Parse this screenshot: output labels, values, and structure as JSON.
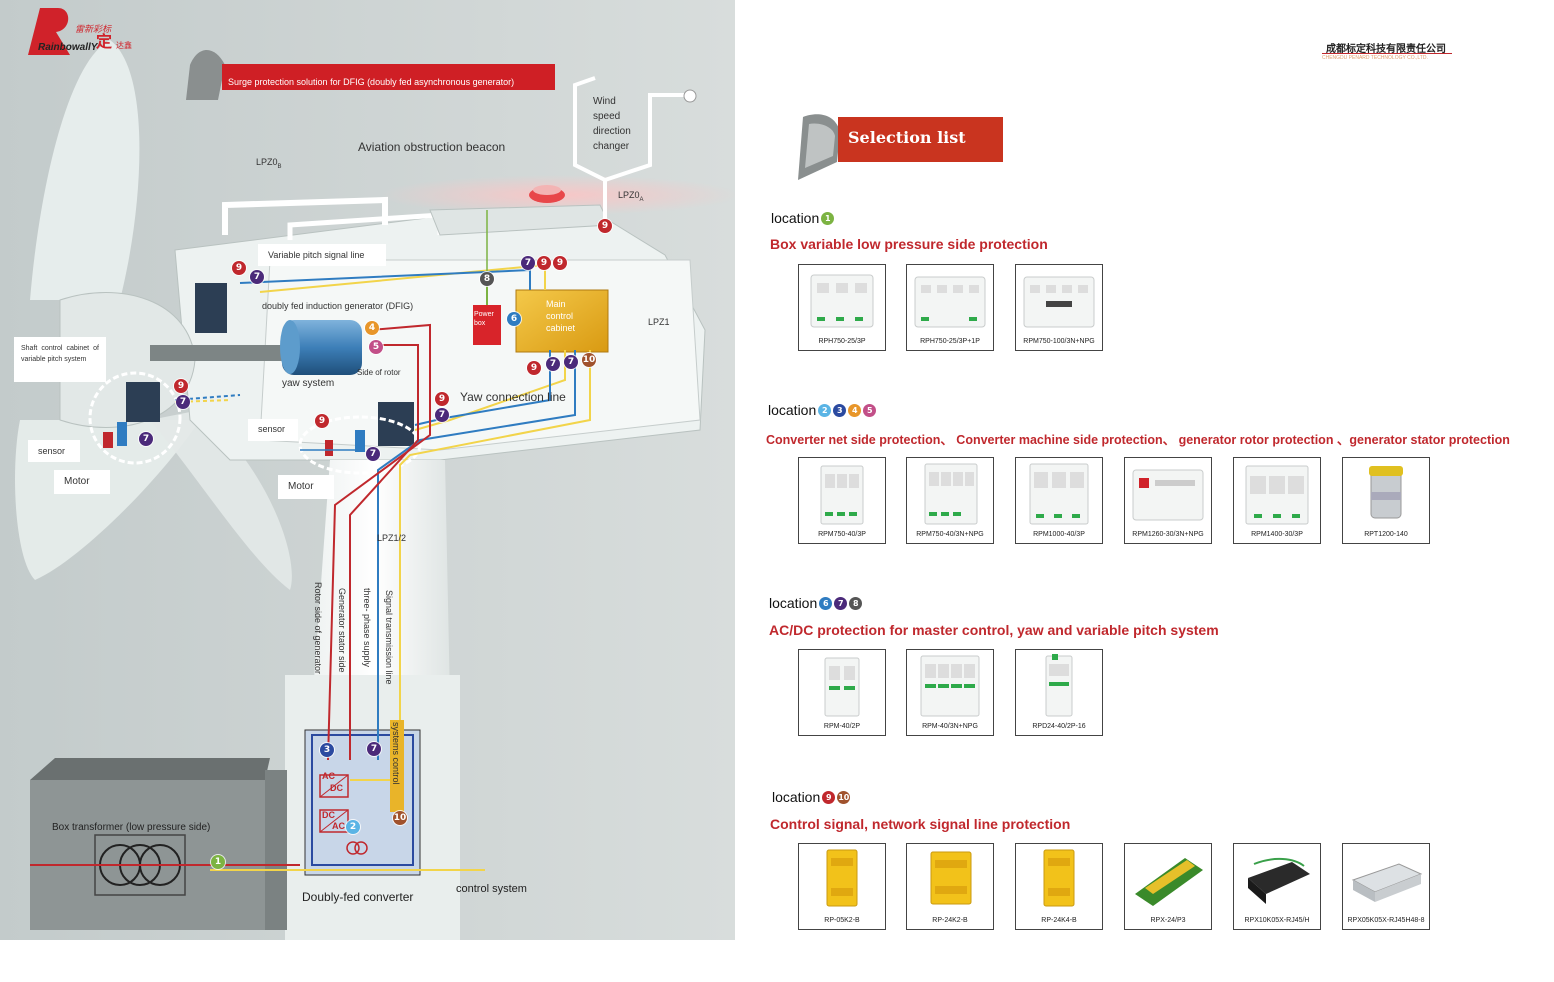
{
  "brand": {
    "logo_text": "RainbowallY",
    "logo_cn_top": "雷新彩标",
    "logo_cn_big": "定",
    "logo_cn_right": "达鑫",
    "company_cn": "成都标定科技有限责任公司",
    "company_en": "CHENGDU PENARD TECHNOLOGY CO.,LTD."
  },
  "diagram": {
    "title": "Surge protection solution for DFIG (doubly fed asynchronous generator)",
    "labels": {
      "wind": "Wind\nspeed\ndirection\nchanger",
      "beacon": "Aviation obstruction beacon",
      "lpz0b": "LPZ0",
      "lpz0b_sub": "B",
      "lpz0a": "LPZ0",
      "lpz0a_sub": "A",
      "lpz1": "LPZ1",
      "lpz12": "LPZ1/2",
      "pitch_line": "Variable pitch signal line",
      "dfig": "doubly fed induction generator (DFIG)",
      "main_cabinet": "Main\ncontrol\ncabinet",
      "power_box": "Power\nbox",
      "shaft_cabinet": "Shaft control cabinet of variable pitch system",
      "yaw_system": "yaw system",
      "rotor_side": "Side of rotor",
      "yaw_line": "Yaw connection line",
      "sensor_left": "sensor",
      "motor_left": "Motor",
      "sensor_mid": "sensor",
      "motor_mid": "Motor",
      "v_rotor": "Rotor side of generator",
      "v_stator": "Generator stator side",
      "v_supply": "three- phase supply",
      "v_signal": "Signal transmission line",
      "systems_control": "systems control",
      "box_transformer": "Box transformer (low pressure side)",
      "converter": "Doubly-fed converter",
      "control_system": "control system",
      "ac1": "AC",
      "dc1": "DC",
      "dc2": "DC",
      "ac2": "AC"
    },
    "markers": [
      "1",
      "2",
      "3",
      "4",
      "5",
      "6",
      "7",
      "8",
      "9",
      "10"
    ]
  },
  "selection": {
    "heading": "Selection list",
    "groups": [
      {
        "location_label": "location",
        "markers": [
          "1"
        ],
        "description": "Box variable low pressure side protection",
        "products": [
          "RPH750-25/3P",
          "RPH750-25/3P+1P",
          "RPM750-100/3N+NPG"
        ]
      },
      {
        "location_label": "location",
        "markers": [
          "2",
          "3",
          "4",
          "5"
        ],
        "description": "Converter net side protection、 Converter machine side protection、 generator rotor protection 、generator stator protection",
        "products": [
          "RPM750-40/3P",
          "RPM750-40/3N+NPG",
          "RPM1000-40/3P",
          "RPM1260-30/3N+NPG",
          "RPM1400-30/3P",
          "RPT1200-140"
        ]
      },
      {
        "location_label": "location",
        "markers": [
          "6",
          "7",
          "8"
        ],
        "description": "AC/DC protection for master control, yaw and variable pitch system",
        "products": [
          "RPM-40/2P",
          "RPM-40/3N+NPG",
          "RPD24-40/2P-16"
        ]
      },
      {
        "location_label": "location",
        "markers": [
          "9",
          "10"
        ],
        "description": "Control signal, network signal line protection",
        "products": [
          "RP-05K2-B",
          "RP-24K2-B",
          "RP-24K4-B",
          "RPX-24/P3",
          "RPX10K05X-RJ45/H",
          "RPX05K05X-RJ45H48-8"
        ]
      }
    ]
  },
  "colors": {
    "accent_red": "#c0282d",
    "heading_bg": "#c9341f",
    "cabinet_yellow": "#e9b429",
    "line_yellow": "#f2d44a",
    "line_blue": "#2f7cc1",
    "line_red": "#c0282d"
  }
}
